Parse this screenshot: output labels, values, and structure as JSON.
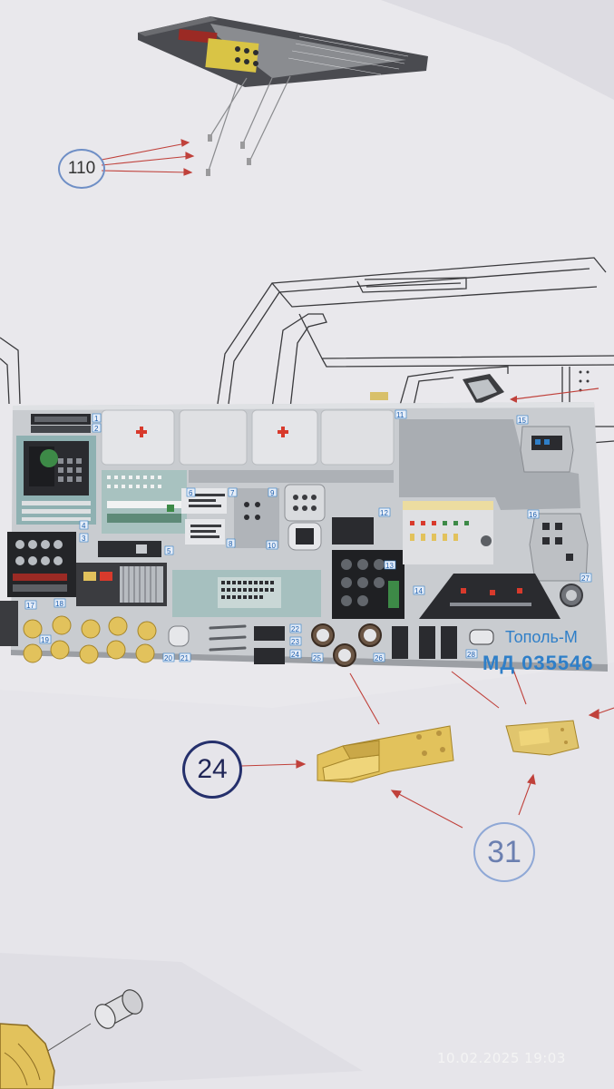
{
  "callouts": {
    "step_110": "110",
    "part_24": "24",
    "part_31": "31"
  },
  "fret": {
    "model_name": "Тополь-М",
    "part_code": "МД 035546",
    "part_numbers": [
      "1",
      "2",
      "3",
      "4",
      "5",
      "6",
      "7",
      "8",
      "9",
      "10",
      "11",
      "12",
      "13",
      "14",
      "15",
      "16",
      "17",
      "18",
      "19",
      "20",
      "21",
      "22",
      "23",
      "24",
      "25",
      "26",
      "27",
      "28"
    ]
  },
  "photo": {
    "timestamp": "10.02.2025  19:03"
  },
  "colors": {
    "paper": "#e9e8ec",
    "fret_metal": "#c9ccd0",
    "brass": "#e2c25c",
    "callout_blue": "#25306c",
    "arrow_red": "#c0413b",
    "label_blue": "#2f7fc8"
  }
}
